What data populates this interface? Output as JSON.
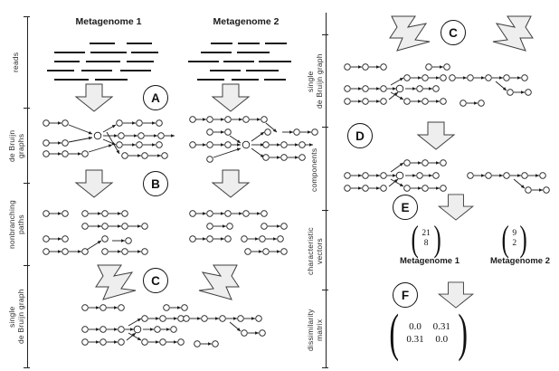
{
  "figure": {
    "type": "pipeline-diagram",
    "panels": [
      {
        "id": "left",
        "columns": [
          {
            "title": "Metagenome 1"
          },
          {
            "title": "Metagenome 2"
          }
        ],
        "rows": [
          {
            "label": "reads"
          },
          {
            "label": "de Bruijn\ngraphs"
          },
          {
            "label": "nonbranching\npaths"
          },
          {
            "label": "single\nde Bruijn graph"
          }
        ],
        "steps": [
          {
            "letter": "A",
            "arrow": "down"
          },
          {
            "letter": "B",
            "arrow": "down"
          },
          {
            "letter": "C",
            "arrow": "bent-converging"
          }
        ]
      },
      {
        "id": "right",
        "rows": [
          {
            "label": "single\nde Bruijn graph"
          },
          {
            "label": "components"
          },
          {
            "label": "characteristic\nvectors"
          },
          {
            "label": "dissimilarity\nmatrix"
          }
        ],
        "steps": [
          {
            "letter": "C",
            "arrow": "bent-converging"
          },
          {
            "letter": "D",
            "arrow": "down"
          },
          {
            "letter": "E",
            "arrow": "down"
          },
          {
            "letter": "F",
            "arrow": "down"
          }
        ],
        "characteristic_vectors": [
          {
            "values": [
              "21",
              "8"
            ],
            "caption": "Metagenome 1"
          },
          {
            "values": [
              "9",
              "2"
            ],
            "caption": "Metagenome 2"
          }
        ],
        "dissimilarity_matrix": {
          "rows": [
            [
              "0.0",
              "0.31"
            ],
            [
              "0.31",
              "0.0"
            ]
          ]
        }
      }
    ],
    "colors": {
      "ink": "#1c1c1c",
      "arrow_fill": "#eeeeee",
      "arrow_stroke": "#3d3d3d",
      "node_stroke": "#1c1c1c"
    }
  }
}
